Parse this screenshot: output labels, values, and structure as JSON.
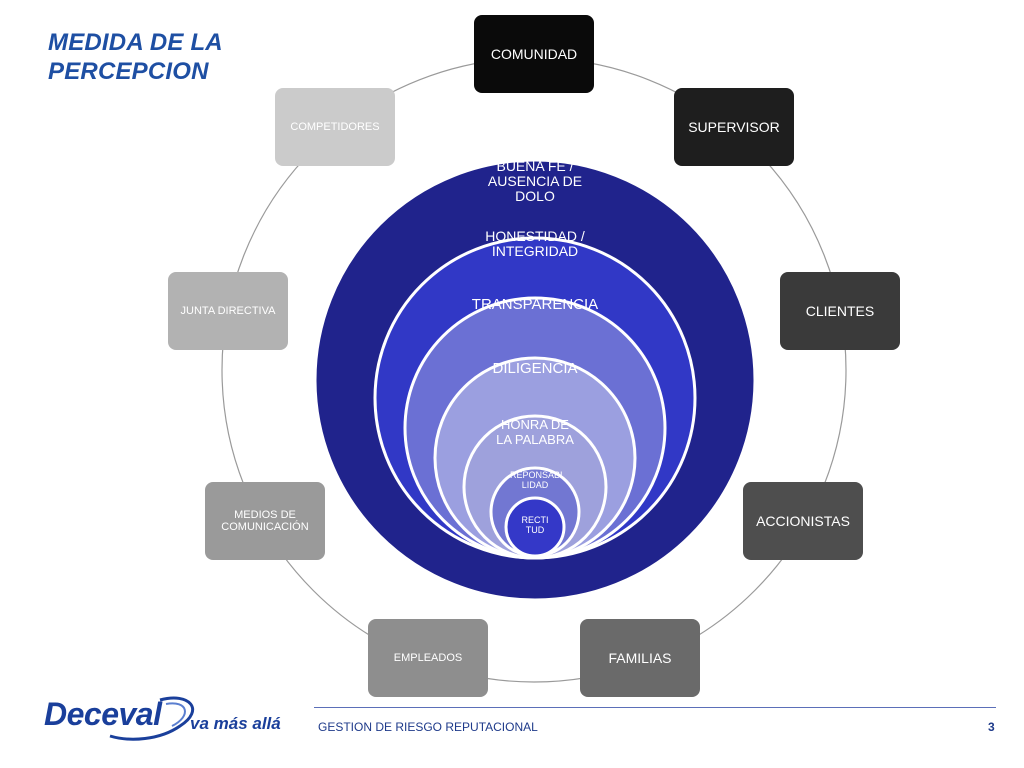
{
  "slide": {
    "title": "MEDIDA DE LA PERCEPCION",
    "footer_text": "GESTION DE RIESGO REPUTACIONAL",
    "page_number": "3"
  },
  "logo": {
    "brand": "Deceval",
    "tagline": "va más allá",
    "color": "#1a3f9b"
  },
  "stakeholders": [
    {
      "label": "COMUNIDAD",
      "color": "#0a0a0a"
    },
    {
      "label": "SUPERVISOR",
      "color": "#1e1e1e"
    },
    {
      "label": "CLIENTES",
      "color": "#3a3a3a"
    },
    {
      "label": "ACCIONISTAS",
      "color": "#4e4e4e"
    },
    {
      "label": "FAMILIAS",
      "color": "#6a6a6a"
    },
    {
      "label": "EMPLEADOS",
      "color": "#8e8e8e"
    },
    {
      "label": "MEDIOS DE COMUNICACIÓN",
      "color": "#9a9a9a"
    },
    {
      "label": "JUNTA DIRECTIVA",
      "color": "#b2b2b2"
    },
    {
      "label": "COMPETIDORES",
      "color": "#cbcbcb"
    }
  ],
  "values": [
    {
      "label": "BUENA FE / AUSENCIA DE DOLO",
      "color": "#20238c"
    },
    {
      "label": "HONESTIDAD / INTEGRIDAD",
      "color": "#3138c6"
    },
    {
      "label": "TRANSPARENCIA",
      "color": "#6b70d4"
    },
    {
      "label": "DILIGENCIA",
      "color": "#9b9fe0"
    },
    {
      "label": "HONRA DE LA PALABRA",
      "color": "#9ea1dc"
    },
    {
      "label": "REPONSABI LIDAD",
      "color": "#7277d2"
    },
    {
      "label": "RECTI TUD",
      "color": "#3438c8"
    }
  ]
}
